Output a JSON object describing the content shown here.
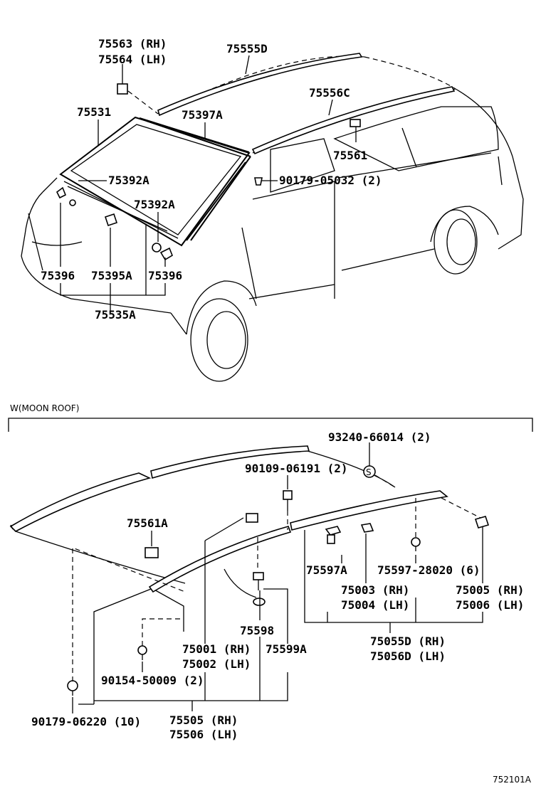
{
  "upper_labels": {
    "p75563": "75563 (RH)",
    "p75564": "75564 (LH)",
    "p75555D": "75555D",
    "p75556C": "75556C",
    "p75531": "75531",
    "p75397A": "75397A",
    "p75561": "75561",
    "p75392A_1": "75392A",
    "p90179_05032": "90179-05032 (2)",
    "p75392A_2": "75392A",
    "p75396_1": "75396",
    "p75395A": "75395A",
    "p75396_2": "75396",
    "p75535A": "75535A"
  },
  "section_title": "W(MOON ROOF)",
  "lower_labels": {
    "p93240": "93240-66014 (2)",
    "s_mark": "S",
    "p90109": "90109-06191 (2)",
    "p75561A": "75561A",
    "p75597A": "75597A",
    "p75597_28020": "75597-28020 (6)",
    "p75003": "75003 (RH)",
    "p75004": "75004 (LH)",
    "p75005": "75005 (RH)",
    "p75006": "75006 (LH)",
    "p75598": "75598",
    "p75001": "75001 (RH)",
    "p75002": "75002 (LH)",
    "p75599A": "75599A",
    "p75055D": "75055D (RH)",
    "p75056D": "75056D (LH)",
    "p90154": "90154-50009 (2)",
    "p90179_06220": "90179-06220 (10)",
    "p75505": "75505 (RH)",
    "p75506": "75506 (LH)"
  },
  "diagram_code": "752101A"
}
